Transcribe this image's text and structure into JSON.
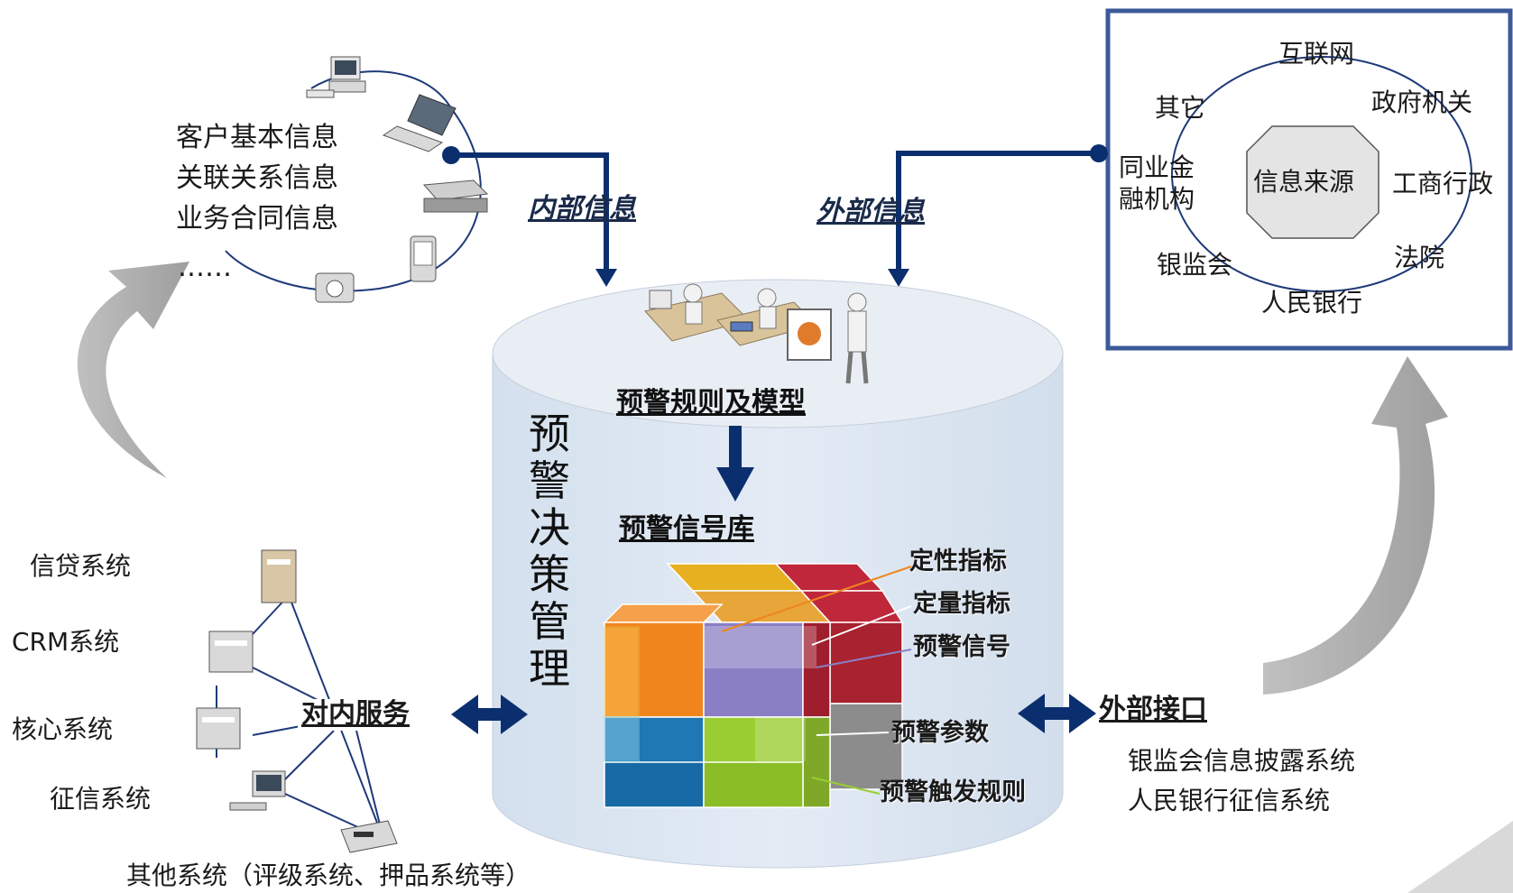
{
  "internal_info": {
    "label": "内部信息",
    "items": [
      "客户基本信息",
      "关联关系信息",
      "业务合同信息",
      "……"
    ]
  },
  "external_info": {
    "label": "外部信息",
    "source_center": "信息来源",
    "sources": [
      "互联网",
      "政府机关",
      "其它",
      "同业金",
      "融机构",
      "工商行政",
      "银监会",
      "法院",
      "人民银行"
    ]
  },
  "center": {
    "vertical_title": "预警决策管理",
    "rules_models": "预警规则及模型",
    "signal_db": "预警信号库",
    "cube_labels": [
      "定性指标",
      "定量指标",
      "预警信号",
      "预警参数",
      "预警触发规则"
    ]
  },
  "internal_service": {
    "label": "对内服务",
    "systems": [
      "信贷系统",
      "CRM系统",
      "核心系统",
      "征信系统",
      "其他系统（评级系统、押品系统等）"
    ]
  },
  "external_interface": {
    "label": "外部接口",
    "systems": [
      "银监会信息披露系统",
      "人民银行征信系统"
    ]
  },
  "colors": {
    "arrow_navy": "#0b2f6e",
    "cylinder_fill": "#dce6f1",
    "cylinder_top": "#e9eef5",
    "box_border": "#3c5a9a",
    "cube_blue": "#1f77b4",
    "cube_green": "#9acd32",
    "cube_purple": "#8a7fc4",
    "cube_orange": "#f0851e",
    "cube_red": "#c0273a",
    "cube_yellow": "#e6b020",
    "cube_gray": "#9a9a9a"
  }
}
